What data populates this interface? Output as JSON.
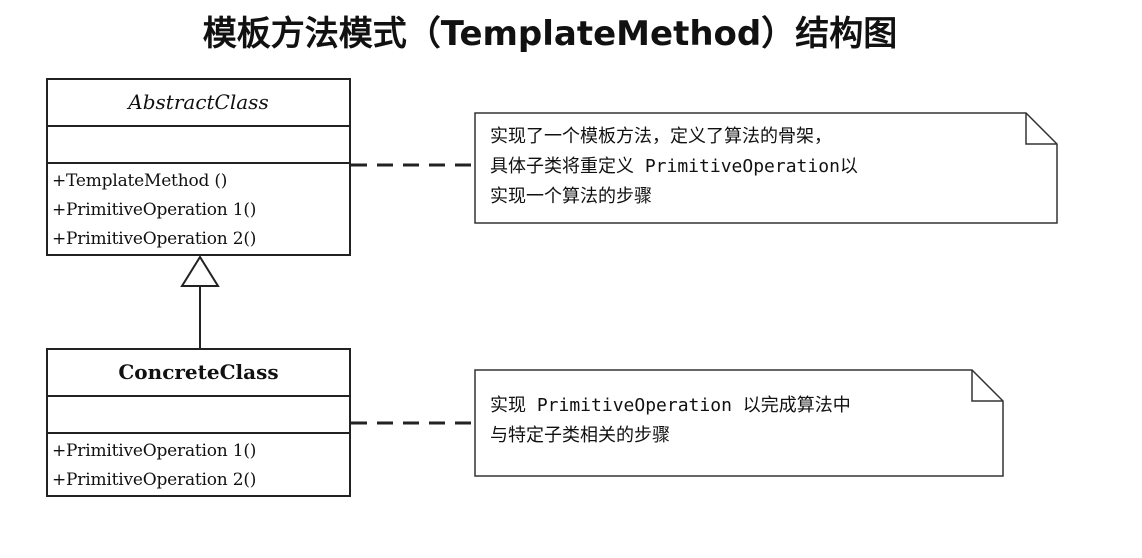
{
  "diagram": {
    "title": "模板方法模式（TemplateMethod）结构图",
    "abstract_class": {
      "name": "AbstractClass",
      "operations": [
        "+TemplateMethod ()",
        "+PrimitiveOperation 1()",
        "+PrimitiveOperation 2()"
      ]
    },
    "concrete_class": {
      "name": "ConcreteClass",
      "operations": [
        "+PrimitiveOperation 1()",
        "+PrimitiveOperation 2()"
      ]
    },
    "notes": {
      "abstract_note": "实现了一个模板方法，定义了算法的骨架，\n具体子类将重定义 PrimitiveOperation以\n实现一个算法的步骤",
      "concrete_note": "实现 PrimitiveOperation 以完成算法中\n与特定子类相关的步骤"
    }
  }
}
